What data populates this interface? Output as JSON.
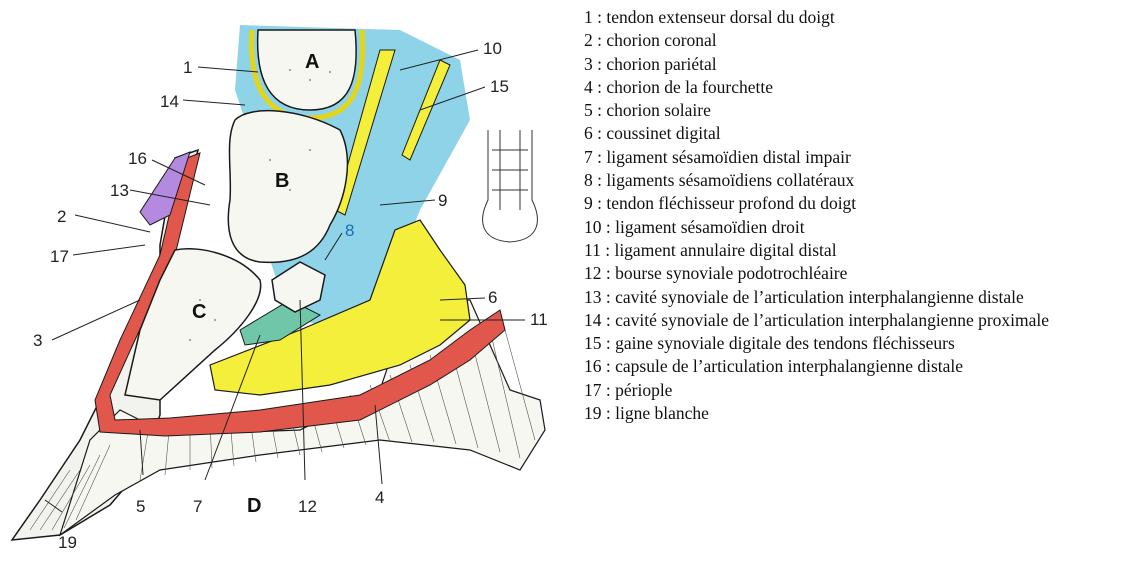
{
  "diagram": {
    "bone_labels": [
      "A",
      "B",
      "C",
      "D"
    ],
    "structure_numbers": [
      "1",
      "2",
      "3",
      "4",
      "5",
      "6",
      "7",
      "8",
      "9",
      "10",
      "11",
      "12",
      "13",
      "14",
      "15",
      "16",
      "17",
      "19"
    ],
    "colors": {
      "corium_red": "#e2574c",
      "synovial_blue": "#8fd3e8",
      "cushion_yellow": "#f4ef3a",
      "periople_purple": "#b48ae0",
      "sheath_green": "#6fc6a8",
      "bone_white": "#f7f7f2",
      "outline": "#1a1a1a"
    }
  },
  "legend": {
    "items": [
      "1 : tendon extenseur dorsal du doigt",
      "2 : chorion coronal",
      "3 : chorion pariétal",
      "4 : chorion de la fourchette",
      "5 : chorion solaire",
      "6 : coussinet digital",
      "7 : ligament sésamoïdien distal impair",
      "8 : ligaments sésamoïdiens collatéraux",
      "9 : tendon fléchisseur profond du doigt",
      "10 : ligament sésamoïdien droit",
      "11 : ligament annulaire digital distal",
      "12 : bourse synoviale podotrochléaire",
      "13 : cavité synoviale de l’articulation interphalangienne distale",
      "14 : cavité synoviale de l’articulation interphalangienne proximale",
      "15 : gaine synoviale digitale des tendons fléchisseurs",
      "16 : capsule de l’articulation interphalangienne distale",
      "17 : périople",
      "19 : ligne blanche"
    ]
  }
}
